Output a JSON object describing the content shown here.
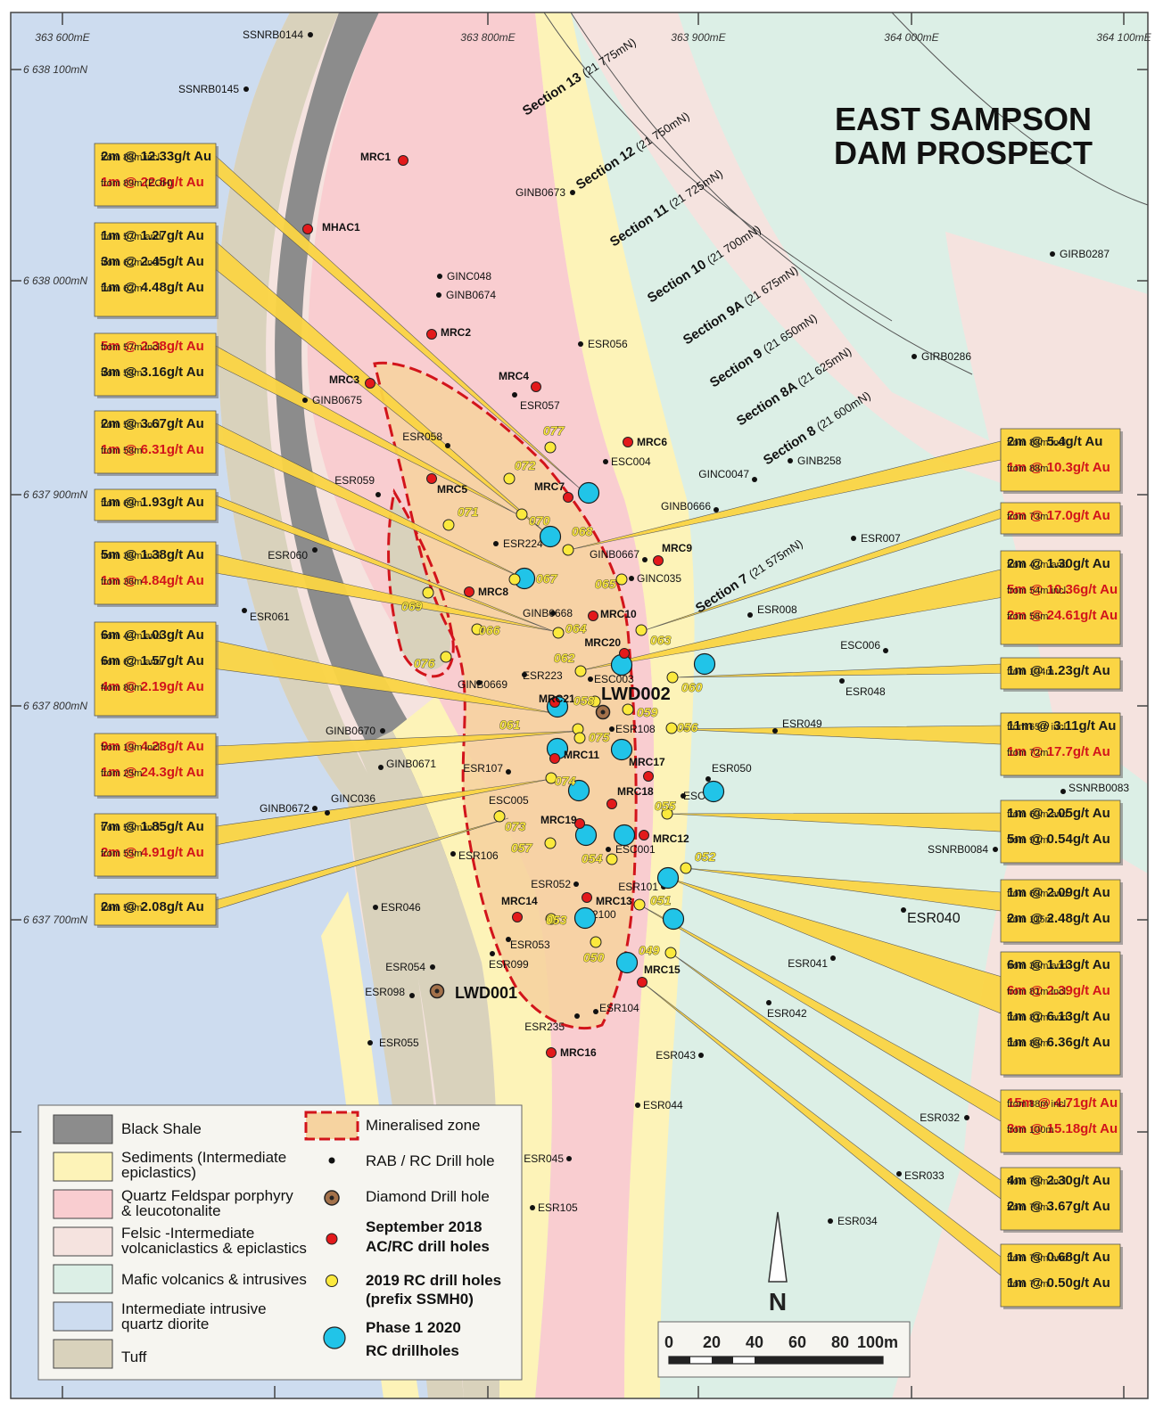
{
  "title": {
    "line1": "EAST SAMPSON",
    "line2": "DAM PROSPECT"
  },
  "colors": {
    "black_shale": "#8c8c8c",
    "sediments": "#fdf3b8",
    "quartz_feldspar": "#f9cdd0",
    "felsic": "#f5e3df",
    "mafic": "#dcefe6",
    "intermediate_intrusive": "#cddcef",
    "tuff": "#d9d2bc",
    "mineralised": "#f6d3a0",
    "annotation_box": "#fbd544",
    "highlight_text": "#d2141b",
    "phase1": "#21c4e8",
    "rc2019": "#fbe93d",
    "sept2018": "#e3191b"
  },
  "grid": {
    "eastings": [
      "363 600mE",
      "363 800mE",
      "363 900mE",
      "364 000mE",
      "364 100mE"
    ],
    "northings": [
      "6 638 100mN",
      "6 638 000mN",
      "6 637 900mN",
      "6 637 800mN",
      "6 637 700mN"
    ]
  },
  "sections": [
    {
      "name": "Section 13",
      "coord": "(21 775mN)"
    },
    {
      "name": "Section 12",
      "coord": "(21 750mN)"
    },
    {
      "name": "Section 11",
      "coord": "(21 725mN)"
    },
    {
      "name": "Section 10",
      "coord": "(21 700mN)"
    },
    {
      "name": "Section 9A",
      "coord": "(21 675mN)"
    },
    {
      "name": "Section 9",
      "coord": "(21 650mN)"
    },
    {
      "name": "Section 8A",
      "coord": "(21 625mN)"
    },
    {
      "name": "Section 8",
      "coord": "(21 600mN)"
    },
    {
      "name": "Section 7",
      "coord": "(21 575mN)"
    }
  ],
  "rab_holes": [
    "SSNRB0144",
    "SSNRB0145",
    "GINB0673",
    "GIRB0287",
    "GINC048",
    "GINB0674",
    "ESR056",
    "GIRB0286",
    "GINB0675",
    "ESR057",
    "ESR058",
    "ESC004",
    "GINB258",
    "GINC0047",
    "ESR059",
    "GINB0666",
    "ESR224",
    "ESR007",
    "ESR060",
    "GINB0667",
    "GINC035",
    "ESR061",
    "ESR008",
    "GINB0668",
    "ESC006",
    "ESR223",
    "ESC003",
    "GINB0669",
    "ESR048",
    "GINB0670",
    "ESR108",
    "ESR049",
    "GINB0671",
    "ESR107",
    "ESR050",
    "GINB0672",
    "GINC036",
    "ESC005",
    "SSNRB0083",
    "ESR106",
    "ESC001",
    "SSNRB0084",
    "ESR052",
    "ESR101",
    "ESR046",
    "ESR040",
    "2100",
    "ESR053",
    "ESR054",
    "ESR099",
    "ESR041",
    "ESR098",
    "ESR104",
    "ESR042",
    "ESR235",
    "ESR055",
    "ESR043",
    "ESR044",
    "ESR032",
    "ESR045",
    "ESR033",
    "ESR105",
    "ESR034",
    "ESC"
  ],
  "sept2018_holes": [
    "MRC1",
    "MHAC1",
    "MRC2",
    "MRC3",
    "MRC4",
    "MRC6",
    "MRC7",
    "MRC5",
    "MRC9",
    "MRC8",
    "MRC10",
    "MRC20",
    "MRC21",
    "MRC11",
    "MRC17",
    "MRC18",
    "MRC19",
    "MRC12",
    "MRC14",
    "MRC13",
    "MRC15",
    "MRC16"
  ],
  "rc2019_holes": [
    "077",
    "072",
    "070",
    "071",
    "068",
    "067",
    "065",
    "069",
    "066",
    "064",
    "063",
    "076",
    "062",
    "060",
    "058",
    "059",
    "061",
    "056",
    "075",
    "074",
    "055",
    "073",
    "057",
    "054",
    "052",
    "051",
    "053",
    "050",
    "049"
  ],
  "diamond_holes": [
    "LWD002",
    "LWD001"
  ],
  "annotations": [
    {
      "lines": [
        {
          "t": "2m @ 12.33g/t Au",
          "s": "b"
        },
        {
          "t": "from 88m incl.",
          "s": "s"
        },
        {
          "t": "1m @ 22.8g/t Au",
          "s": "r"
        },
        {
          "t": "from 89m (EOH)",
          "s": "s"
        }
      ]
    },
    {
      "lines": [
        {
          "t": "1m @ 1.27g/t Au",
          "s": "b"
        },
        {
          "t": "from 57m and",
          "s": "s"
        },
        {
          "t": "3m @ 2.45g/t Au",
          "s": "b"
        },
        {
          "t": "from 62m incl.",
          "s": "s"
        },
        {
          "t": "1m @ 4.48g/t Au",
          "s": "b"
        },
        {
          "t": "from 62m",
          "s": "s"
        }
      ]
    },
    {
      "lines": [
        {
          "t": "5m @ 2.38g/t Au",
          "s": "r"
        },
        {
          "t": "from 57m incl.",
          "s": "s"
        },
        {
          "t": "3m @ 3.16g/t Au",
          "s": "b"
        },
        {
          "t": "from 58m",
          "s": "s"
        }
      ]
    },
    {
      "lines": [
        {
          "t": "2m @ 3.67g/t Au",
          "s": "b"
        },
        {
          "t": "from 58m incl.",
          "s": "s"
        },
        {
          "t": "1m @ 6.31g/t Au",
          "s": "r"
        },
        {
          "t": "from 58m",
          "s": "s"
        }
      ]
    },
    {
      "lines": [
        {
          "t": "1m @ 1.93g/t Au",
          "s": "b"
        },
        {
          "t": "from 69m",
          "s": "s"
        }
      ]
    },
    {
      "lines": [
        {
          "t": "5m @ 1.38g/t Au",
          "s": "b"
        },
        {
          "t": "from 36m incl.",
          "s": "s"
        },
        {
          "t": "1m @ 4.84g/t Au",
          "s": "r"
        },
        {
          "t": "from 36m",
          "s": "s"
        }
      ]
    },
    {
      "lines": [
        {
          "t": "6m @ 1.03g/t Au",
          "s": "b"
        },
        {
          "t": "from 44m and",
          "s": "s"
        },
        {
          "t": "6m @ 1.57g/t Au",
          "s": "b"
        },
        {
          "t": "from 62m and",
          "s": "s"
        },
        {
          "t": "4m @ 2.19g/t Au",
          "s": "r"
        },
        {
          "t": "from 80m",
          "s": "s"
        }
      ]
    },
    {
      "lines": [
        {
          "t": "9m @ 4.28g/t Au",
          "s": "r"
        },
        {
          "t": "from 19m incl.",
          "s": "s"
        },
        {
          "t": "1m @ 24.3g/t Au",
          "s": "r"
        },
        {
          "t": "from 25m",
          "s": "s"
        }
      ]
    },
    {
      "lines": [
        {
          "t": "7m @ 1.85g/t Au",
          "s": "b"
        },
        {
          "t": "from 55m incl.",
          "s": "s"
        },
        {
          "t": "2m @ 4.91g/t Au",
          "s": "r"
        },
        {
          "t": "from 55m",
          "s": "s"
        }
      ]
    },
    {
      "lines": [
        {
          "t": "2m @ 2.08g/t Au",
          "s": "b"
        },
        {
          "t": "from 50m",
          "s": "s"
        }
      ]
    },
    {
      "lines": [
        {
          "t": "2m @ 5.4g/t Au",
          "s": "b"
        },
        {
          "t": "from 88m incl.",
          "s": "s"
        },
        {
          "t": "1m @ 10.3g/t Au",
          "s": "r"
        },
        {
          "t": "from 88m",
          "s": "s"
        }
      ]
    },
    {
      "lines": [
        {
          "t": "2m @ 17.0g/t Au",
          "s": "r"
        },
        {
          "t": "from 73m",
          "s": "s"
        }
      ]
    },
    {
      "lines": [
        {
          "t": "2m @ 1.30g/t Au",
          "s": "b"
        },
        {
          "t": "from 42m and",
          "s": "s"
        },
        {
          "t": "5m @ 10.36g/t Au",
          "s": "r"
        },
        {
          "t": "from 54m incl.",
          "s": "s"
        },
        {
          "t": "2m @ 24.61g/t Au",
          "s": "r"
        },
        {
          "t": "from 56m",
          "s": "s"
        }
      ]
    },
    {
      "lines": [
        {
          "t": "1m @ 1.23g/t Au",
          "s": "b"
        },
        {
          "t": "from 104m",
          "s": "s"
        }
      ]
    },
    {
      "lines": [
        {
          "t": "11m @ 3.11g/t Au",
          "s": "b"
        },
        {
          "t": "from 65m incl.",
          "s": "s"
        },
        {
          "t": "1m @ 17.7g/t Au",
          "s": "r"
        },
        {
          "t": "from 72m",
          "s": "s"
        }
      ]
    },
    {
      "lines": [
        {
          "t": "1m @ 2.05g/t Au",
          "s": "b"
        },
        {
          "t": "from 60m and",
          "s": "s"
        },
        {
          "t": "5m @ 0.54g/t Au",
          "s": "b"
        },
        {
          "t": "from 91m",
          "s": "s"
        }
      ]
    },
    {
      "lines": [
        {
          "t": "1m @ 2.09g/t Au",
          "s": "b"
        },
        {
          "t": "from 69m and",
          "s": "s"
        },
        {
          "t": "2m @ 2.48g/t Au",
          "s": "b"
        },
        {
          "t": "from 115m",
          "s": "s"
        }
      ]
    },
    {
      "lines": [
        {
          "t": "6m @ 1.13g/t Au",
          "s": "b"
        },
        {
          "t": "from 36m and",
          "s": "s"
        },
        {
          "t": "6m @ 2.39g/t Au",
          "s": "r"
        },
        {
          "t": "from 81m incl.",
          "s": "s"
        },
        {
          "t": "1m @ 6.13g/t Au",
          "s": "b"
        },
        {
          "t": "from 81m and",
          "s": "s"
        },
        {
          "t": "1m @ 6.36g/t Au",
          "s": "b"
        },
        {
          "t": "from 86m",
          "s": "s"
        }
      ]
    },
    {
      "lines": [
        {
          "t": "15m @ 4.71g/t Au",
          "s": "r"
        },
        {
          "t": "from 88m incl.",
          "s": "s"
        },
        {
          "t": "3m @ 15.18g/t Au",
          "s": "r"
        },
        {
          "t": "from 100m",
          "s": "s"
        }
      ]
    },
    {
      "lines": [
        {
          "t": "4m @ 2.30g/t Au",
          "s": "b"
        },
        {
          "t": "from 78m incl.",
          "s": "s"
        },
        {
          "t": "2m @ 3.67g/t Au",
          "s": "b"
        },
        {
          "t": "from 79m",
          "s": "s"
        }
      ]
    },
    {
      "lines": [
        {
          "t": "1m @ 0.68g/t Au",
          "s": "b"
        },
        {
          "t": "from 75m and",
          "s": "s"
        },
        {
          "t": "1m @ 0.50g/t Au",
          "s": "b"
        },
        {
          "t": "from 77m",
          "s": "s"
        }
      ]
    }
  ],
  "legend": {
    "black_shale": "Black Shale",
    "sediments_1": "Sediments (Intermediate",
    "sediments_2": "epiclastics)",
    "qfp_1": "Quartz Feldspar porphyry",
    "qfp_2": "& leucotonalite",
    "felsic_1": "Felsic -Intermediate",
    "felsic_2": "volcaniclastics & epiclastics",
    "mafic": "Mafic volcanics & intrusives",
    "intrusive_1": "Intermediate intrusive",
    "intrusive_2": "quartz diorite",
    "tuff": "Tuff",
    "mineralised": "Mineralised zone",
    "rab": "RAB / RC Drill hole",
    "diamond": "Diamond Drill hole",
    "sept_1": "September 2018",
    "sept_2": "AC/RC drill holes",
    "rc2019_1": "2019 RC drill holes",
    "rc2019_2": "(prefix SSMH0)",
    "phase1_1": "Phase 1 2020",
    "phase1_2": "RC drillholes"
  },
  "north": "N",
  "scale": {
    "ticks": [
      "0",
      "20",
      "40",
      "60",
      "80"
    ],
    "end": "100m"
  }
}
